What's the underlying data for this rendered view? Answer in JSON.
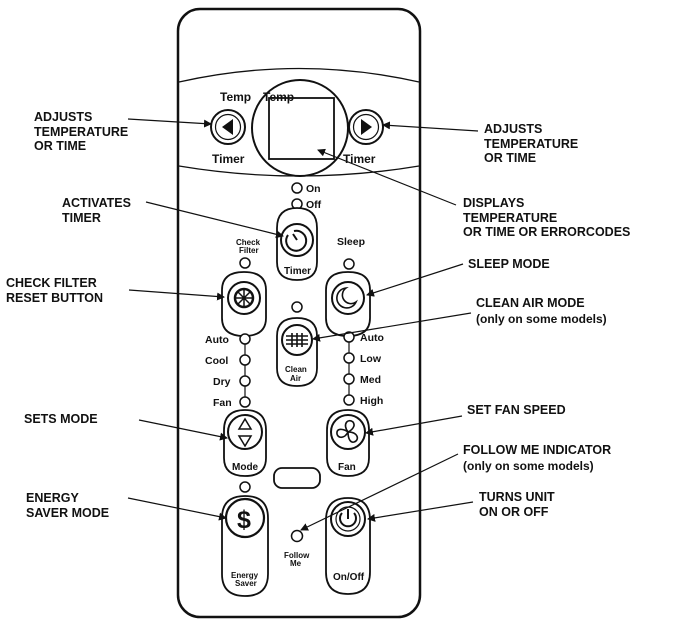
{
  "callouts": {
    "adjust_left": "ADJUSTS\nTEMPERATURE\nOR TIME",
    "adjust_right": "ADJUSTS\nTEMPERATURE\nOR TIME",
    "displays": "DISPLAYS\nTEMPERATURE\nOR TIME OR ERRORCODES",
    "activates_timer": "ACTIVATES\nTIMER",
    "check_filter": "CHECK FILTER\nRESET BUTTON",
    "sleep_mode": "SLEEP MODE",
    "clean_air_mode": "CLEAN AIR MODE",
    "clean_air_note": "(only on some models)",
    "sets_mode": "SETS MODE",
    "set_fan_speed": "SET FAN SPEED",
    "follow_me": "FOLLOW ME INDICATOR",
    "follow_me_note": "(only on some models)",
    "energy_saver_mode": "ENERGY\nSAVER MODE",
    "turns_unit": "TURNS UNIT\nON OR OFF"
  },
  "remote": {
    "temp_left": "Temp",
    "temp_right": "Temp",
    "timer_left": "Timer",
    "timer_right": "Timer",
    "timer_on": "On",
    "timer_off": "Off",
    "check_filter_1": "Check",
    "check_filter_2": "Filter",
    "timer_button": "Timer",
    "sleep": "Sleep",
    "mode_indicators": [
      "Auto",
      "Cool",
      "Dry",
      "Fan"
    ],
    "fan_indicators": [
      "Auto",
      "Low",
      "Med",
      "High"
    ],
    "clean_air_1": "Clean",
    "clean_air_2": "Air",
    "mode_button": "Mode",
    "fan_button": "Fan",
    "energy_saver_1": "Energy",
    "energy_saver_2": "Saver",
    "follow_me_1": "Follow",
    "follow_me_2": "Me",
    "onoff_button": "On/Off",
    "energy_symbol": "$"
  }
}
